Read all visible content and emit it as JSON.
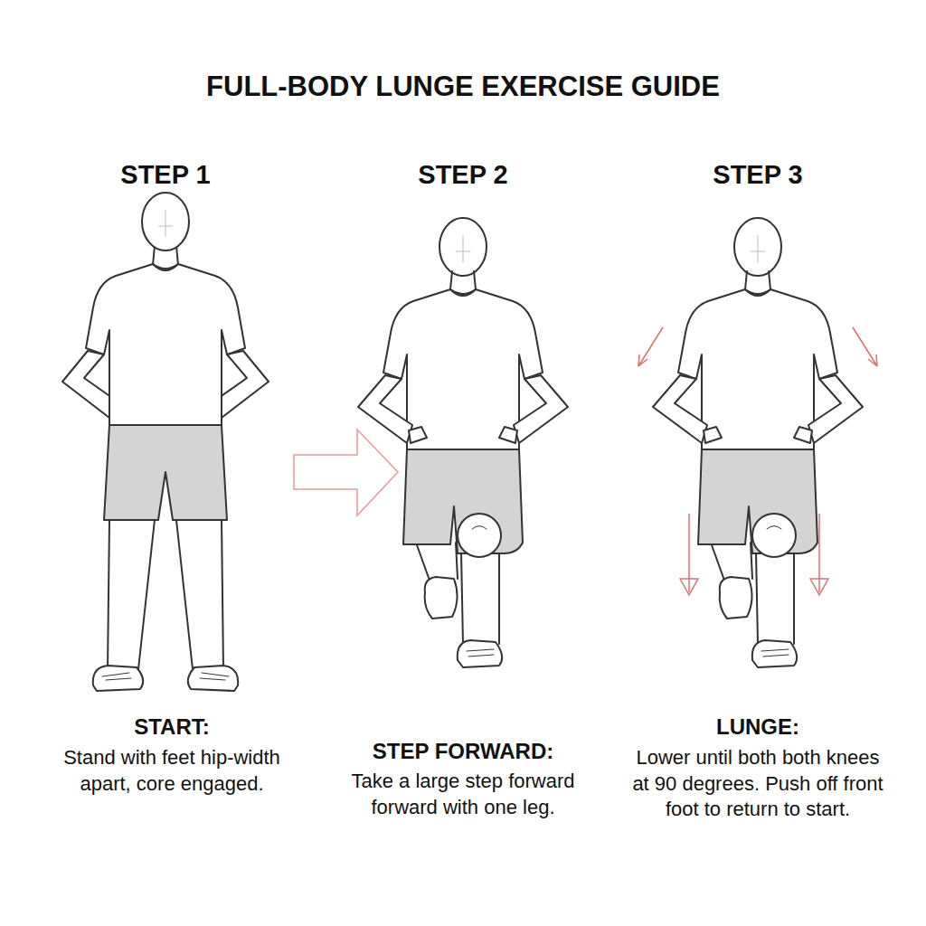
{
  "diagram": {
    "title": "FULL-BODY LUNGE EXERCISE GUIDE",
    "labels": [
      "STEP 1",
      "STEP 2",
      "STEP 3",
      "START:",
      "Stand with feet hip-width apart, core engaged.",
      "STEP FORWARD:",
      "Take a large step forward forward with one leg.",
      "LUNGE:",
      "Lower until both both knees at 90 degrees. Push off front foot to return to start."
    ]
  }
}
